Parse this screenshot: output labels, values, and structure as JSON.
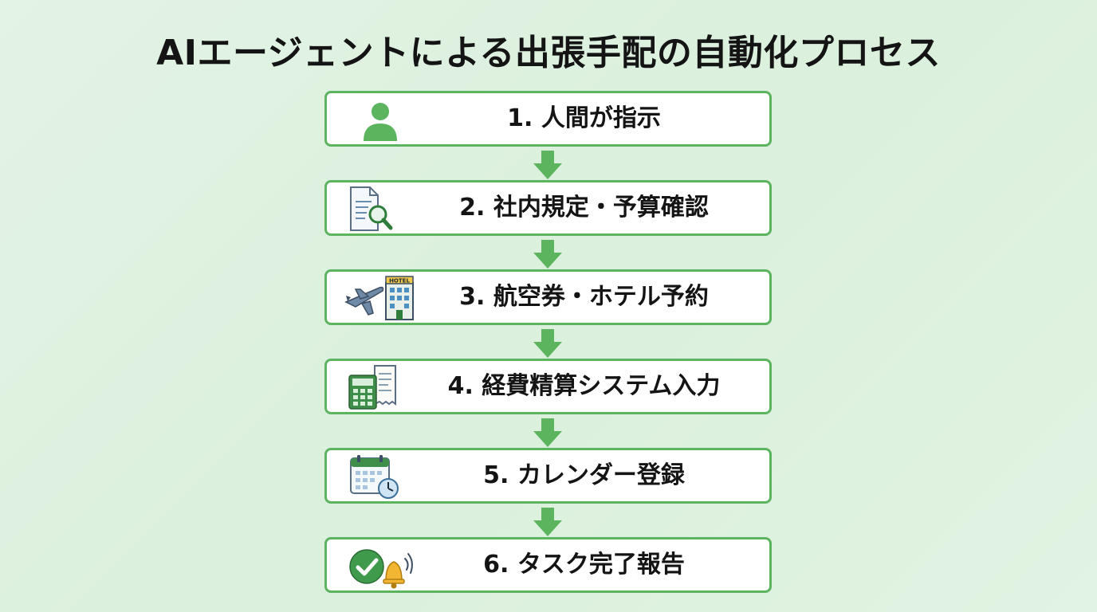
{
  "title": "AIエージェントによる出張手配の自動化プロセス",
  "steps": [
    {
      "label": "1. 人間が指示",
      "icon": "person-icon"
    },
    {
      "label": "2. 社内規定・予算確認",
      "icon": "document-search-icon"
    },
    {
      "label": "3. 航空券・ホテル予約",
      "icon": "airplane-hotel-icon",
      "hotel_sign": "HOTEL"
    },
    {
      "label": "4. 経費精算システム入力",
      "icon": "calculator-receipt-icon"
    },
    {
      "label": "5. カレンダー登録",
      "icon": "calendar-clock-icon"
    },
    {
      "label": "6. タスク完了報告",
      "icon": "check-bell-icon"
    }
  ],
  "colors": {
    "accent": "#5cb45f",
    "arrow": "#5cb45f",
    "background": "#ddf1df",
    "text": "#141414"
  }
}
